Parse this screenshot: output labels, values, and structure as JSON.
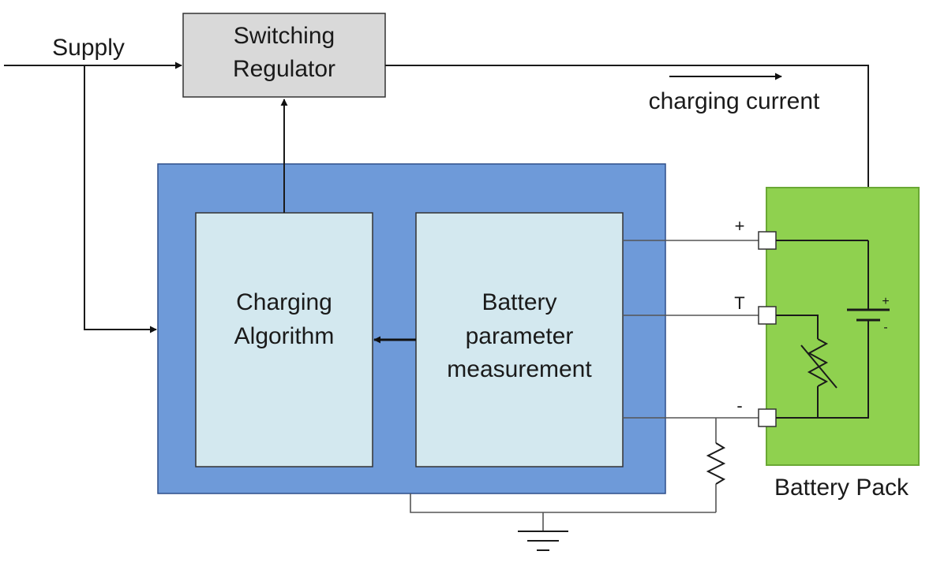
{
  "labels": {
    "supply": "Supply",
    "switching_line1": "Switching",
    "switching_line2": "Regulator",
    "charging_current": "charging current",
    "algo_line1": "Charging",
    "algo_line2": "Algorithm",
    "meas_line1": "Battery",
    "meas_line2": "parameter",
    "meas_line3": "measurement",
    "battery_pack": "Battery Pack",
    "term_plus": "+",
    "term_t": "T",
    "term_minus": "-",
    "cell_plus": "+",
    "cell_minus": "-"
  },
  "colors": {
    "regulator_fill": "#d9d9d9",
    "controller_fill": "#6e9ad9",
    "inner_block_fill": "#d3e8ef",
    "battery_pack_fill": "#8fd14f",
    "battery_pack_border": "#6aa834"
  }
}
